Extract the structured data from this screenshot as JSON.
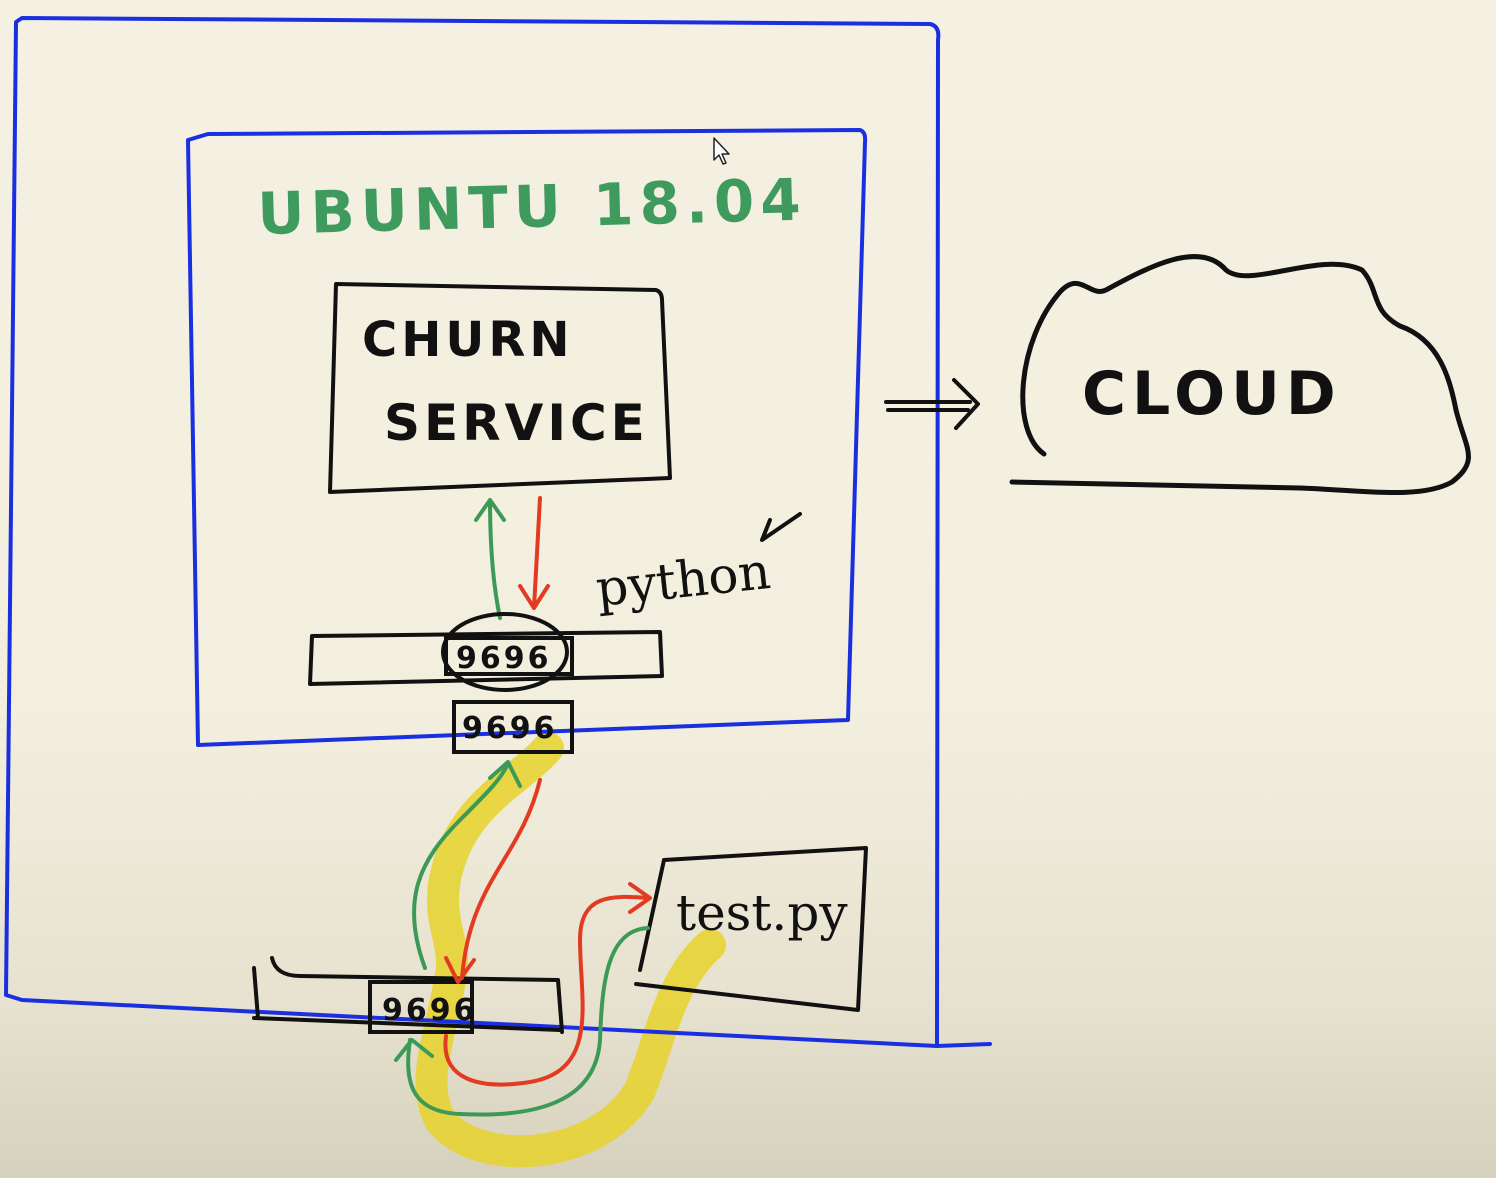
{
  "os_label": "UBUNTU 18.04",
  "service_box": {
    "line1": "CHURN",
    "line2": "SERVICE"
  },
  "language_label": "python",
  "ports": {
    "container_port": "9696",
    "host_port_inner": "9696",
    "host_port_outer": "9696"
  },
  "client_box": "test.py",
  "cloud_label": "CLOUD",
  "colors": {
    "box_outline": "#1a2fe0",
    "ink": "#111111",
    "os_label": "#3f9a5e",
    "request_arrow": "#3c9a57",
    "response_arrow": "#e23b22",
    "highlight": "#e6d22a"
  }
}
